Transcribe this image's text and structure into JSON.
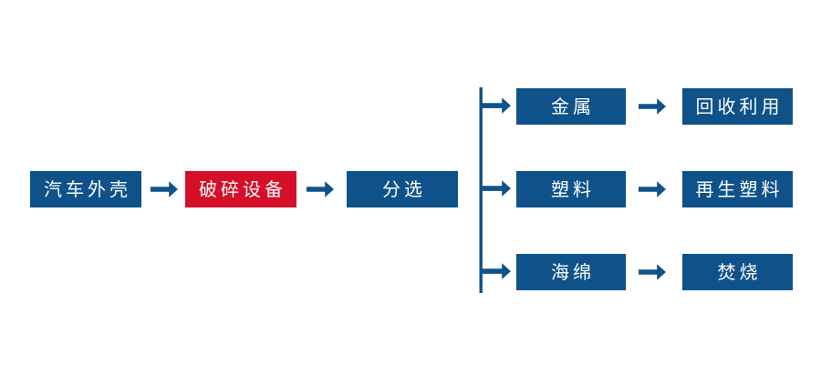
{
  "diagram": {
    "type": "process-flowchart",
    "orientation": "left-to-right",
    "background_color": "#ffffff",
    "colors": {
      "primary_blue": "#0f5289",
      "highlight_red": "#d60f29",
      "node_text": "#ffffff",
      "arrow": "#0f5289"
    },
    "main_chain": [
      {
        "id": "node-car-shell",
        "label": "汽车外壳",
        "style": "blue"
      },
      {
        "id": "node-crusher",
        "label": "破碎设备",
        "style": "red"
      },
      {
        "id": "node-sorting",
        "label": "分选",
        "style": "blue"
      }
    ],
    "branches": [
      {
        "id": "branch-metal",
        "material": {
          "id": "node-metal",
          "label": "金属",
          "style": "blue"
        },
        "outcome": {
          "id": "node-recycle",
          "label": "回收利用",
          "style": "blue"
        }
      },
      {
        "id": "branch-plastic",
        "material": {
          "id": "node-plastic",
          "label": "塑料",
          "style": "blue"
        },
        "outcome": {
          "id": "node-replastic",
          "label": "再生塑料",
          "style": "blue"
        }
      },
      {
        "id": "branch-sponge",
        "material": {
          "id": "node-sponge",
          "label": "海绵",
          "style": "blue"
        },
        "outcome": {
          "id": "node-incinerate",
          "label": "焚烧",
          "style": "blue"
        }
      }
    ],
    "connector_icons": {
      "chain_arrow_1": "arrow-right-icon",
      "chain_arrow_2": "arrow-right-icon",
      "branch_bus": "branch-split-icon",
      "branch_arrow_metal": "arrow-right-icon",
      "branch_arrow_plastic": "arrow-right-icon",
      "branch_arrow_sponge": "arrow-right-icon"
    }
  }
}
